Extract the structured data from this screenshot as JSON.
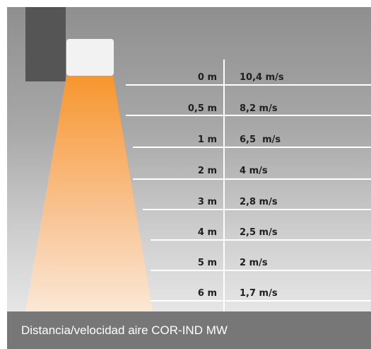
{
  "rows": [
    {
      "distance": "0 m",
      "velocity": "10,4 m/s"
    },
    {
      "distance": "0,5 m",
      "velocity": "8,2 m/s"
    },
    {
      "distance": "1 m",
      "velocity": "6,5  m/s"
    },
    {
      "distance": "2 m",
      "velocity": "4 m/s"
    },
    {
      "distance": "3 m",
      "velocity": "2,8 m/s"
    },
    {
      "distance": "4 m",
      "velocity": "2,5 m/s"
    },
    {
      "distance": "5 m",
      "velocity": "2 m/s"
    },
    {
      "distance": "6 m",
      "velocity": "1,7 m/s"
    }
  ],
  "caption": "Distancia/velocidad aire COR-IND MW",
  "colors": {
    "beam_top": "#f7962e",
    "beam_bottom": "#fbe8d6",
    "mount": "#555555",
    "heater": "#f2f2f2",
    "lines": "#ffffff",
    "caption_bar": "#777777"
  }
}
